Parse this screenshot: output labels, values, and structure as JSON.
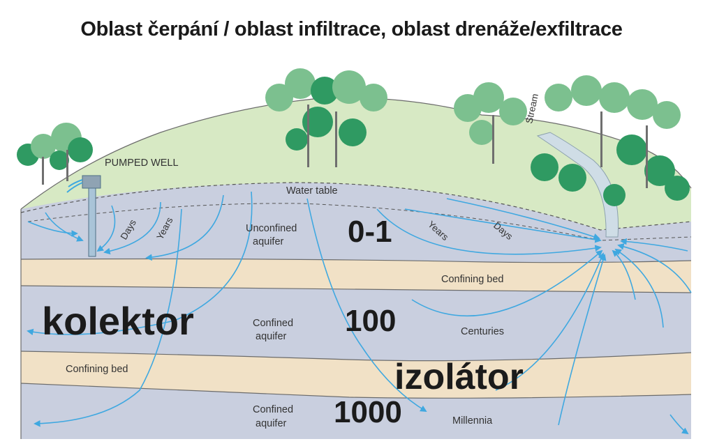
{
  "title": "Oblast čerpání / oblast infiltrace, oblast drenáže/exfiltrace",
  "labels": {
    "pumped_well": "PUMPED WELL",
    "stream": "Stream",
    "water_table": "Water table",
    "days_left": "Days",
    "years_left": "Years",
    "unconfined_1": "Unconfined",
    "unconfined_2": "aquifer",
    "years_right": "Years",
    "days_right": "Days",
    "confining_bed_upper": "Confining bed",
    "confined_mid_1": "Confined",
    "confined_mid_2": "aquifer",
    "centuries": "Centuries",
    "confining_bed_lower": "Confining bed",
    "confined_low_1": "Confined",
    "confined_low_2": "aquifer",
    "millennia": "Millennia"
  },
  "overlay": {
    "unconfined_age": "0-1",
    "confined_age": "100",
    "deep_age": "1000",
    "kolektor": "kolektor",
    "izolator": "izolátor"
  },
  "colors": {
    "ground": "#d7e9c4",
    "aquifer": "#c9cfdf",
    "confining": "#f1e1c6",
    "flow": "#3fa8e0",
    "tree_light": "#7cc08f",
    "tree_dark": "#2f9a62"
  }
}
